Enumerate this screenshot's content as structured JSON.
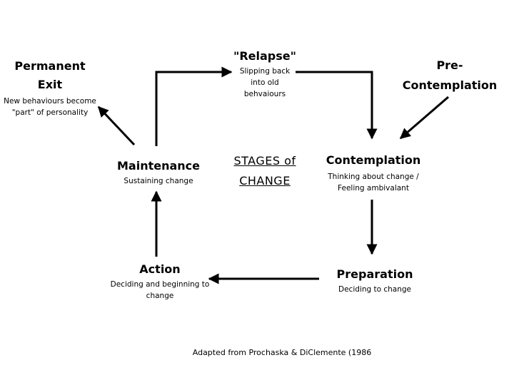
{
  "title": {
    "line1": "STAGES of",
    "line2": "CHANGE"
  },
  "stages": {
    "permanent_exit": {
      "title_line1": "Permanent",
      "title_line2": "Exit",
      "desc_line1": "New behaviours become",
      "desc_line2": "\"part\" of personality"
    },
    "relapse": {
      "title": "\"Relapse\"",
      "desc_line1": "Slipping back",
      "desc_line2": "into old",
      "desc_line3": "behvaiours"
    },
    "pre_contemplation": {
      "title_line1": "Pre-",
      "title_line2": "Contemplation"
    },
    "contemplation": {
      "title": "Contemplation",
      "desc_line1": "Thinking about change /",
      "desc_line2": "Feeling ambivalant"
    },
    "maintenance": {
      "title": "Maintenance",
      "desc": "Sustaining change"
    },
    "preparation": {
      "title": "Preparation",
      "desc": "Deciding to change"
    },
    "action": {
      "title": "Action",
      "desc_line1": "Deciding and beginning to",
      "desc_line2": "change"
    }
  },
  "source_caption": "Adapted from Prochaska & DiClemente (1986",
  "colors": {
    "line": "#000000",
    "background": "#ffffff"
  }
}
